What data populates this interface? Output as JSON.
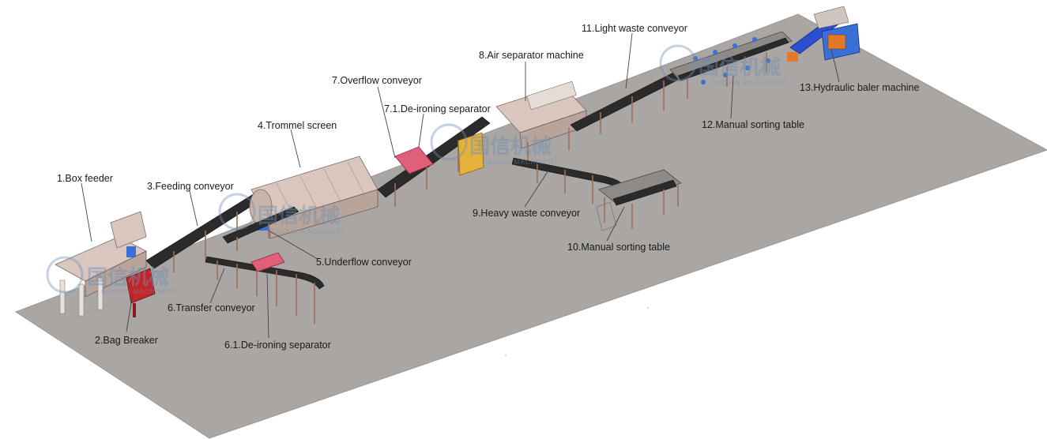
{
  "labels": [
    {
      "id": "box-feeder",
      "text": "1.Box feeder"
    },
    {
      "id": "bag-breaker",
      "text": "2.Bag Breaker"
    },
    {
      "id": "feeding-conveyor",
      "text": "3.Feeding conveyor"
    },
    {
      "id": "trommel-screen",
      "text": "4.Trommel screen"
    },
    {
      "id": "underflow-conveyor",
      "text": "5.Underflow conveyor"
    },
    {
      "id": "transfer-conveyor",
      "text": "6.Transfer conveyor"
    },
    {
      "id": "de-ironing-separator-6-1",
      "text": "6.1.De-ironing separator"
    },
    {
      "id": "overflow-conveyor",
      "text": "7.Overflow conveyor"
    },
    {
      "id": "de-ironing-separator-7-1",
      "text": "7.1.De-ironing separator"
    },
    {
      "id": "air-separator-machine",
      "text": "8.Air separator machine"
    },
    {
      "id": "heavy-waste-conveyor",
      "text": "9.Heavy waste conveyor"
    },
    {
      "id": "manual-sorting-table-10",
      "text": "10.Manual sorting table"
    },
    {
      "id": "light-waste-conveyor",
      "text": "11.Light waste conveyor"
    },
    {
      "id": "manual-sorting-table-12",
      "text": "12.Manual sorting table"
    },
    {
      "id": "hydraulic-baler-machine",
      "text": "13.Hydraulic baler machine"
    }
  ],
  "watermark": {
    "brand_cn": "国信机械",
    "brand_en": "GUOXIN MACHINERY"
  },
  "colors": {
    "floor": "#a9a6a3",
    "belt": "#2b2b2b",
    "frame": "#9c6f5a",
    "machine_body": "#d9c7bf",
    "magnet": "#e0607a",
    "blue_parts": "#3a6fd8",
    "baler_blue": "#2b4fd0",
    "baler_orange": "#e07a2a",
    "yellow_motor": "#e6b13a",
    "watermark": "#6f8fb4"
  }
}
